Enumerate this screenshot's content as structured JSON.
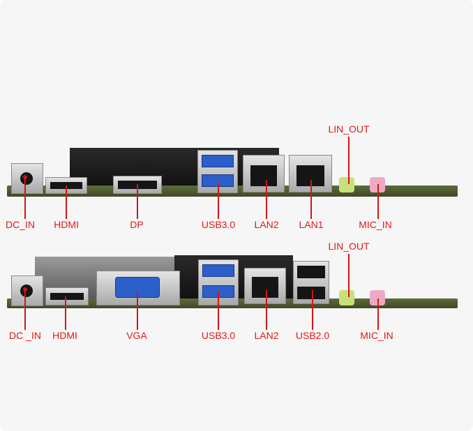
{
  "top_board": {
    "labels": {
      "dc_in": "DC_IN",
      "hdmi": "HDMI",
      "dp": "DP",
      "usb30": "USB3.0",
      "lan2": "LAN2",
      "lan1": "LAN1",
      "lin_out": "LIN_OUT",
      "mic_in": "MIC_IN"
    }
  },
  "bottom_board": {
    "labels": {
      "dc_in": "DC _IN",
      "hdmi": "HDMI",
      "vga": "VGA",
      "usb30": "USB3.0",
      "lan2": "LAN2",
      "usb20": "USB2.0",
      "lin_out": "LIN_OUT",
      "mic_in": "MIC_IN"
    }
  },
  "colors": {
    "label": "#e01818",
    "usb3_blue": "#2c5fc9",
    "audio_green": "#c8e07a",
    "audio_pink": "#f0a9c4"
  }
}
